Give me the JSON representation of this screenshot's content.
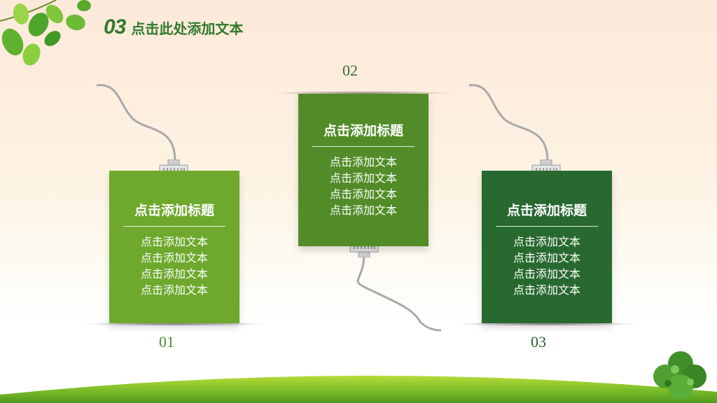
{
  "header": {
    "number": "03",
    "title": "点击此处添加文本"
  },
  "cards": [
    {
      "label": "01",
      "title": "点击添加标题",
      "lines": [
        "点击添加文本",
        "点击添加文本",
        "点击添加文本",
        "点击添加文本"
      ],
      "color": "#6ea82c"
    },
    {
      "label": "02",
      "title": "点击添加标题",
      "lines": [
        "点击添加文本",
        "点击添加文本",
        "点击添加文本",
        "点击添加文本"
      ],
      "color": "#528c28"
    },
    {
      "label": "03",
      "title": "点击添加标题",
      "lines": [
        "点击添加文本",
        "点击添加文本",
        "点击添加文本",
        "点击添加文本"
      ],
      "color": "#27692f"
    }
  ],
  "colors": {
    "title_green": "#2f7a2b",
    "cable_gray": "#a9a9a9"
  },
  "icons": [
    "leaves-decoration-icon",
    "network-plug-icon",
    "tree-decoration-icon",
    "grass-hill-icon"
  ]
}
